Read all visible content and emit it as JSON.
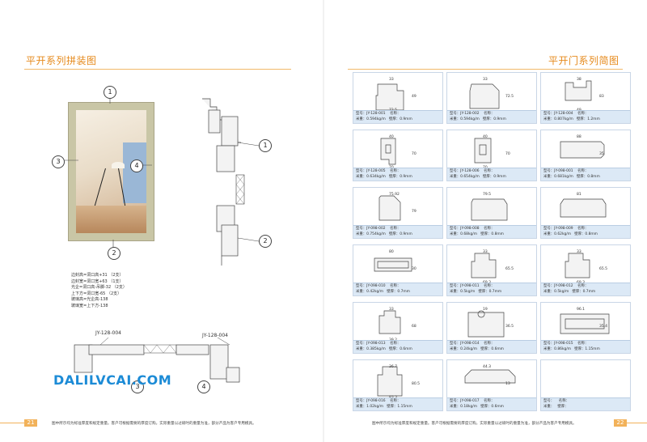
{
  "left_title": "平开系列拼装图",
  "right_title": "平开门系列简图",
  "callouts": [
    "1",
    "2",
    "3",
    "4"
  ],
  "notes": [
    "边封高=洞口高+31    （2支）",
    "边封宽=洞口宽+63    （1支）",
    "光企=洞口高-吊脚-32    （2支）",
    "上下方=洞口宽-65    （2支）",
    "玻璃高=光企高-138",
    "玻璃宽=上下方-138"
  ],
  "bottom_labels": [
    "JY-128-004",
    "JY-128-004"
  ],
  "logo": "DALILVCAI.COM",
  "footer_text": "图中所示均为标准厚度和规定重量。客户可根据需要的厚度订购。实际重量以过磅时的重量为准，部分产品为客户专用模具。",
  "page_left": "21",
  "page_right": "22",
  "profiles": [
    {
      "code": "型号：JY-128-001",
      "name": "名称：",
      "weight": "米重：0.594kg/m",
      "thick": "壁厚：0.9mm",
      "dims": [
        "33",
        "49",
        "72.5"
      ]
    },
    {
      "code": "型号：JY-128-002",
      "name": "名称：",
      "weight": "米重：0.594kg/m",
      "thick": "壁厚：0.9mm",
      "dims": [
        "33",
        "72.5"
      ]
    },
    {
      "code": "型号：JY-128-004",
      "name": "名称：",
      "weight": "米重：0.807kg/m",
      "thick": "壁厚：1.2mm",
      "dims": [
        "38",
        "83",
        "49"
      ]
    },
    {
      "code": "型号：JY-128-005",
      "name": "名称：",
      "weight": "米重：0.634kg/m",
      "thick": "壁厚：0.9mm",
      "dims": [
        "40",
        "70",
        "70"
      ]
    },
    {
      "code": "型号：JY-128-006",
      "name": "名称：",
      "weight": "米重：0.654kg/m",
      "thick": "壁厚：0.9mm",
      "dims": [
        "40",
        "70",
        "70"
      ]
    },
    {
      "code": "型号：JY-098-001",
      "name": "名称：",
      "weight": "米重：0.681kg/m",
      "thick": "壁厚：0.8mm",
      "dims": [
        "88",
        "35"
      ]
    },
    {
      "code": "型号：JY-098-002",
      "name": "名称：",
      "weight": "米重：0.754kg/m",
      "thick": "壁厚：0.9mm",
      "dims": [
        "75.92",
        "79"
      ]
    },
    {
      "code": "型号：JY-098-008",
      "name": "名称：",
      "weight": "米重：0.68kg/m",
      "thick": "壁厚：0.8mm",
      "dims": [
        "79.5"
      ]
    },
    {
      "code": "型号：JY-098-009",
      "name": "名称：",
      "weight": "米重：0.62kg/m",
      "thick": "壁厚：0.8mm",
      "dims": [
        "81"
      ]
    },
    {
      "code": "型号：JY-098-010",
      "name": "名称：",
      "weight": "米重：0.42kg/m",
      "thick": "壁厚：0.7mm",
      "dims": [
        "80",
        "30"
      ]
    },
    {
      "code": "型号：JY-098-011",
      "name": "名称：",
      "weight": "米重：0.5kg/m",
      "thick": "壁厚：0.7mm",
      "dims": [
        "33",
        "65.5",
        "69.3"
      ]
    },
    {
      "code": "型号：JY-098-012",
      "name": "名称：",
      "weight": "米重：0.5kg/m",
      "thick": "壁厚：0.7mm",
      "dims": [
        "33",
        "65.5",
        "69.3"
      ]
    },
    {
      "code": "型号：JY-098-013",
      "name": "名称：",
      "weight": "米重：0.385kg/m",
      "thick": "壁厚：0.6mm",
      "dims": [
        "33",
        "68",
        "39.2"
      ]
    },
    {
      "code": "型号：JY-098-014",
      "name": "名称：",
      "weight": "米重：0.24kg/m",
      "thick": "壁厚：0.6mm",
      "dims": [
        "19",
        "36.5"
      ]
    },
    {
      "code": "型号：JY-098-015",
      "name": "名称：",
      "weight": "米重：0.86kg/m",
      "thick": "壁厚：1.15mm",
      "dims": [
        "96.1",
        "35.4"
      ]
    },
    {
      "code": "型号：JY-098-016",
      "name": "名称：",
      "weight": "米重：1.02kg/m",
      "thick": "壁厚：1.15mm",
      "dims": [
        "36.7",
        "80.5",
        "83.3"
      ]
    },
    {
      "code": "型号：JY-098-017",
      "name": "名称：",
      "weight": "米重：0.18kg/m",
      "thick": "壁厚：0.6mm",
      "dims": [
        "44.3",
        "13"
      ]
    },
    {
      "code": "型号：",
      "name": "名称：",
      "weight": "米重：",
      "thick": "壁厚：",
      "dims": []
    }
  ]
}
